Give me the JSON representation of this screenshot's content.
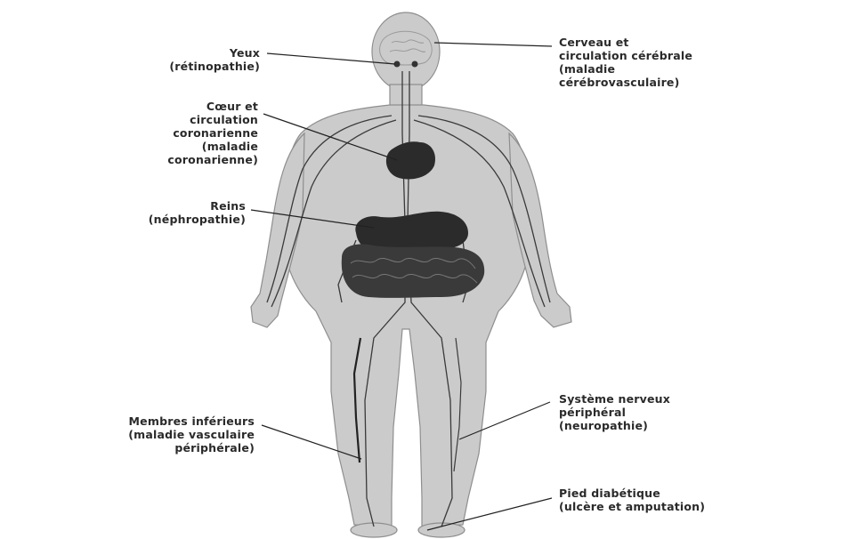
{
  "labels": {
    "eyes": "Yeux\n(rétinopathie)",
    "brain": "Cerveau et\ncirculation cérébrale\n(maladie\ncérébrovasculaire)",
    "heart": "Cœur et\ncirculation\ncoronarienne\n(maladie\ncoronarienne)",
    "kidneys": "Reins\n(néphropathie)",
    "nervous": "Système nerveux\npériphéral\n(neuropathie)",
    "legs": "Membres inférieurs\n(maladie vasculaire\npériphérale)",
    "foot": "Pied diabétique\n(ulcère et amputation)"
  },
  "colors": {
    "body": "#c8c8c8",
    "body_outline": "#8a8a8a",
    "organ": "#2b2b2b",
    "vessel": "#3a3a3a",
    "leader": "#222222",
    "text": "#2a2a2a"
  }
}
